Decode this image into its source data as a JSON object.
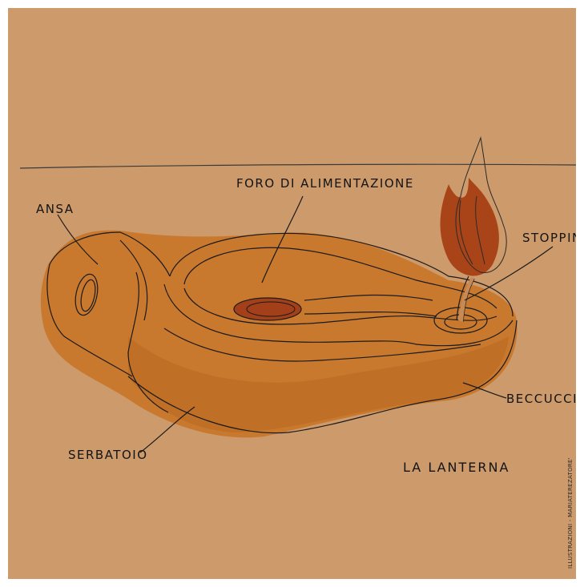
{
  "labels": {
    "ansa": "ANSA",
    "foro": "FORO DI ALIMENTAZIONE",
    "stoppino": "STOPPINO",
    "beccuccio": "BECCUCCIO",
    "serbatoio": "SERBATOIO",
    "title": "LA LANTERNA"
  },
  "credit": "ILLUSTRAZIONI - MARIATEREZATORE'",
  "colors": {
    "background": "#cc9a6b",
    "lamp_body": "#c9792e",
    "lamp_shadow": "#bd6d25",
    "hole": "#a3401a",
    "flame": "#a94418",
    "ink": "#1a1a1a"
  }
}
